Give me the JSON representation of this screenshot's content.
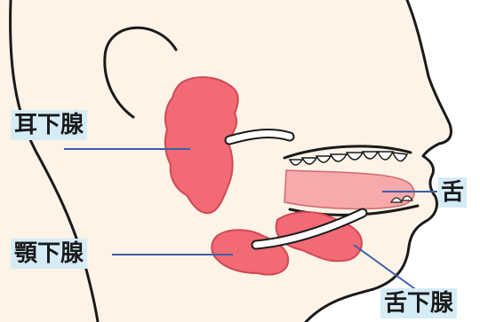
{
  "labels": {
    "parotid": "耳下腺",
    "submandibular": "顎下腺",
    "tongue": "舌",
    "sublingual": "舌下腺"
  },
  "colors": {
    "skin": "#fdf3e7",
    "outline": "#1a1a1a",
    "gland": "#f26a74",
    "gland_edge": "#cf4a55",
    "tongue": "#f7a9ab",
    "teeth": "#ffffff",
    "duct": "#ffffff",
    "leader_line": "#3b5ea8",
    "label_bg": "#d5ecf7"
  }
}
